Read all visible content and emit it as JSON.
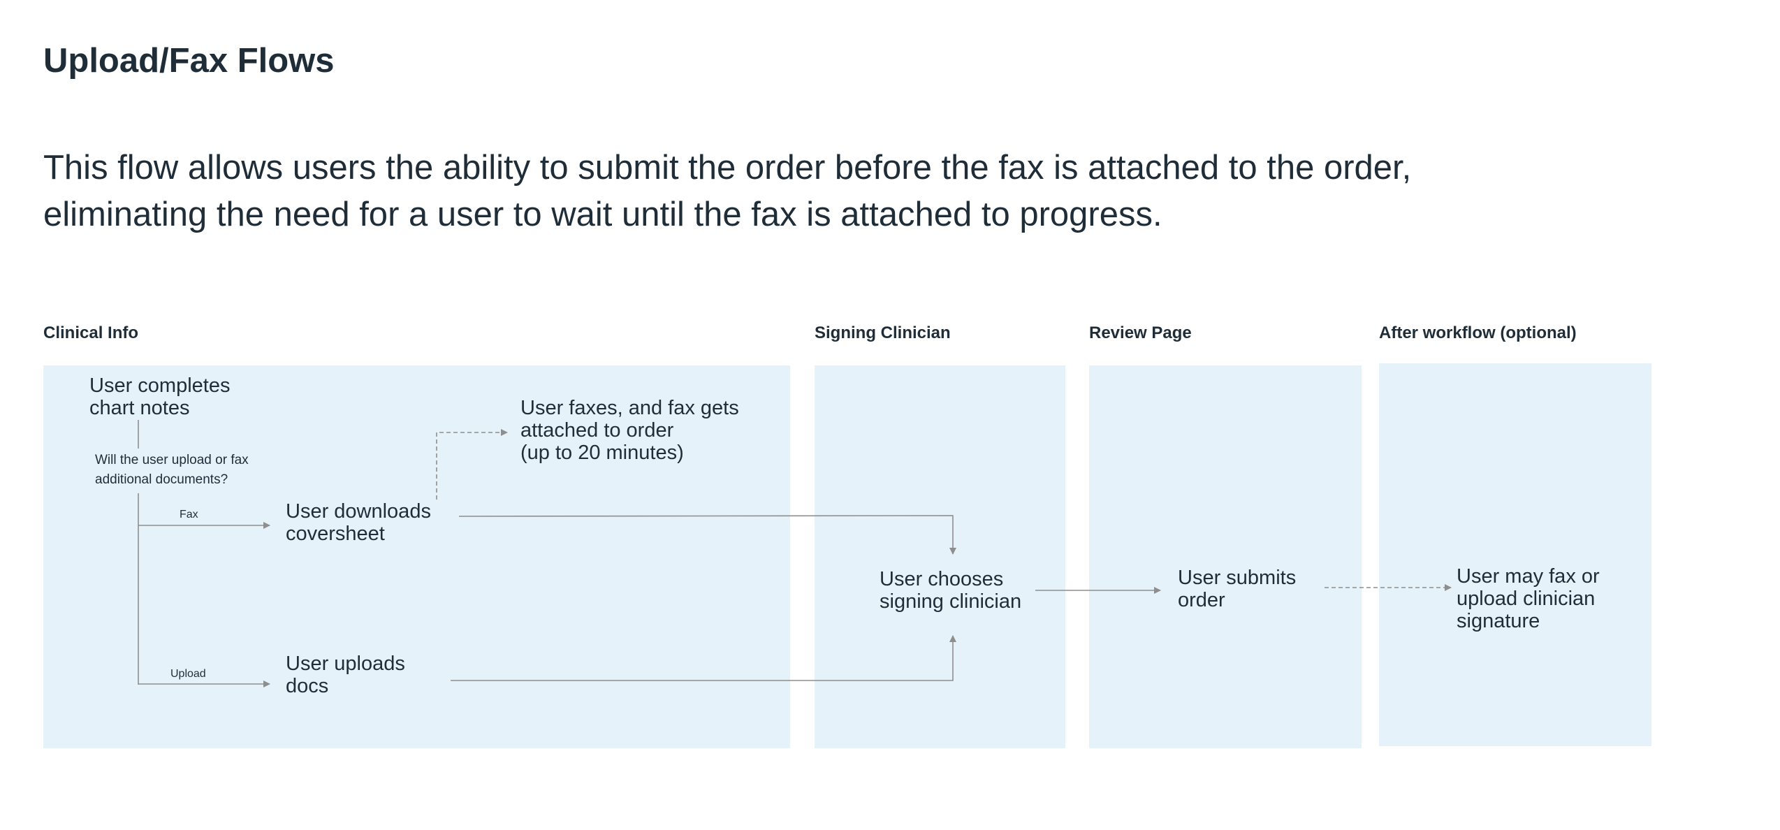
{
  "page": {
    "title": "Upload/Fax Flows",
    "description_lines": [
      "This flow allows users the ability to submit the order before the fax is attached to the order,",
      "eliminating the need for a user to wait until the fax is attached to progress."
    ]
  },
  "sections": {
    "clinical_info": "Clinical Info",
    "signing_clinician": "Signing Clinician",
    "review_page": "Review Page",
    "after_workflow": "After workflow (optional)"
  },
  "nodes": {
    "chart_notes": [
      "User completes",
      "chart notes"
    ],
    "decision": [
      "Will the user upload or fax",
      "additional documents?"
    ],
    "downloads": [
      "User downloads",
      "coversheet"
    ],
    "faxes": [
      "User faxes, and fax gets",
      "attached to order",
      "(up to 20 minutes)"
    ],
    "uploads": [
      "User uploads",
      "docs"
    ],
    "chooses": [
      "User chooses",
      "signing clinician"
    ],
    "submits": [
      "User submits",
      "order"
    ],
    "may_fax": [
      "User may fax or",
      "upload clinician",
      "signature"
    ]
  },
  "edge_labels": {
    "fax": "Fax",
    "upload": "Upload"
  },
  "colors": {
    "panel": "#e5f2f9",
    "text": "#1e2d38",
    "connector": "#8e8e8e"
  }
}
